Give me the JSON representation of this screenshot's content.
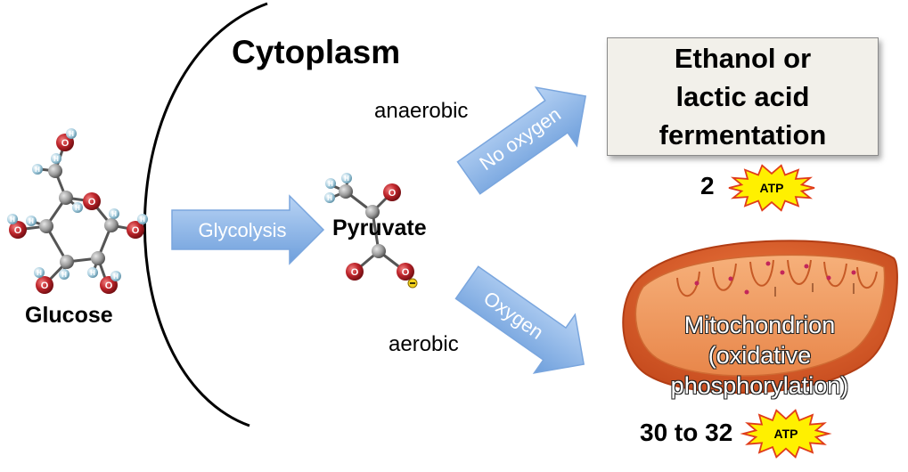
{
  "title": "Cytoplasm",
  "glucose_label": "Glucose",
  "pyruvate_label": "Pyruvate",
  "glycolysis_arrow": "Glycolysis",
  "anaerobic_label": "anaerobic",
  "aerobic_label": "aerobic",
  "no_oxygen_arrow": "No oxygen",
  "oxygen_arrow": "Oxygen",
  "fermentation_box": {
    "lines": [
      "Ethanol or",
      "lactic acid",
      "fermentation"
    ]
  },
  "fermentation_atp": {
    "count": "2",
    "badge": "ATP"
  },
  "mitochondrion": {
    "lines": [
      "Mitochondrion",
      "(oxidative",
      "phosphorylation)"
    ]
  },
  "mito_atp": {
    "count": "30 to 32",
    "badge": "ATP"
  },
  "atom_labels": {
    "hydrogen": "H",
    "oxygen": "O"
  },
  "colors": {
    "arrow_fill": "#8fb8ea",
    "arrow_border": "#6a98d4",
    "oxygen_atom": "#c0262c",
    "hydrogen_atom": "#a9cfe0",
    "carbon_atom": "#9a9a9a",
    "atp_star": "#fff000",
    "atp_star_stroke": "#e03c1a",
    "mitochondrion_outer": "#dc5a2a",
    "mitochondrion_inner": "#f29a5e"
  }
}
